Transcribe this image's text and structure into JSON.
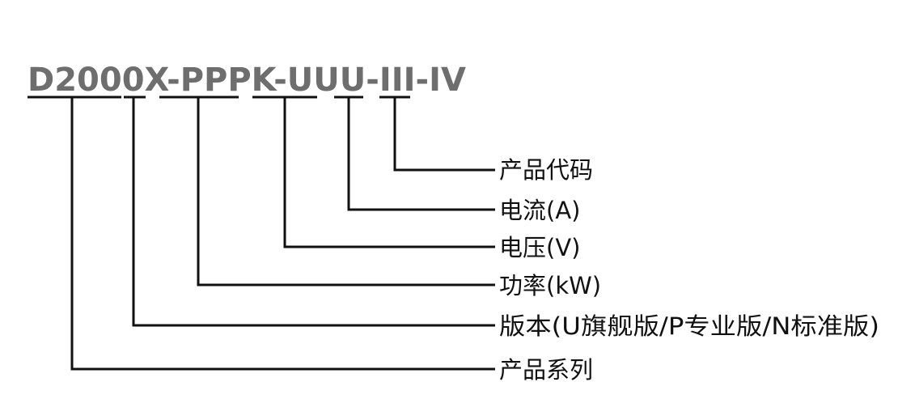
{
  "code": {
    "parts": [
      {
        "text": "D2000",
        "kind": "segment"
      },
      {
        "text": "X",
        "kind": "segment"
      },
      {
        "text": "-",
        "kind": "separator"
      },
      {
        "text": "PPPK",
        "kind": "segment"
      },
      {
        "text": "-",
        "kind": "separator"
      },
      {
        "text": "UUU",
        "kind": "segment"
      },
      {
        "text": "-",
        "kind": "separator"
      },
      {
        "text": "III",
        "kind": "segment"
      },
      {
        "text": "-",
        "kind": "separator"
      },
      {
        "text": "IV",
        "kind": "segment"
      }
    ]
  },
  "labels": {
    "product_code": "产品代码",
    "current": "电流(A)",
    "voltage": "电压(V)",
    "power": "功率(kW)",
    "version": "版本(U旗舰版/P专业版/N标准版)",
    "series": "产品系列"
  },
  "colors": {
    "code_text": "#6e6e6e",
    "lines": "#111111",
    "label_text": "#111111"
  }
}
